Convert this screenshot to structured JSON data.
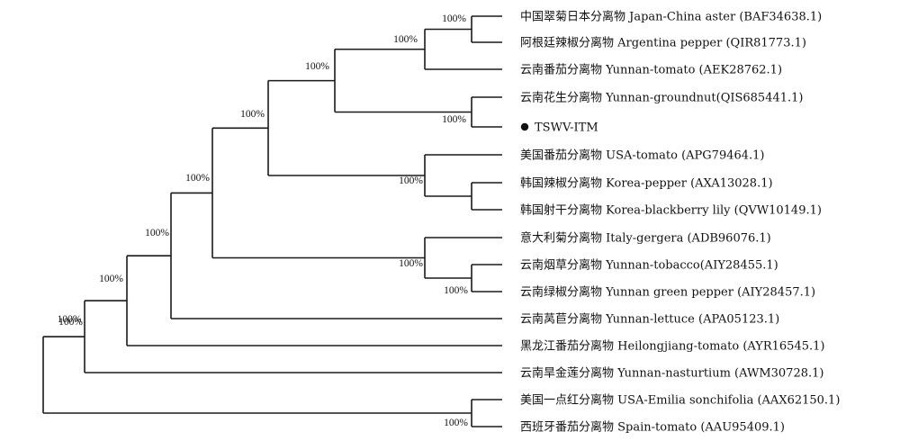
{
  "tree": {
    "leaves": [
      {
        "id": "L1",
        "label": "中国翠菊日本分离物 Japan-China aster (BAF34638.1)"
      },
      {
        "id": "L2",
        "label": "阿根廷辣椒分离物 Argentina pepper (QIR81773.1)"
      },
      {
        "id": "L3",
        "label": "云南番茄分离物 Yunnan-tomato (AEK28762.1)"
      },
      {
        "id": "L4",
        "label": "云南花生分离物 Yunnan-groundnut(QIS685441.1)"
      },
      {
        "id": "L5",
        "label": "TSWV-ITM",
        "marker": "filled-circle"
      },
      {
        "id": "L6",
        "label": "美国番茄分离物 USA-tomato (APG79464.1)"
      },
      {
        "id": "L7",
        "label": "韩国辣椒分离物 Korea-pepper (AXA13028.1)"
      },
      {
        "id": "L8",
        "label": "韩国射干分离物 Korea-blackberry lily (QVW10149.1)"
      },
      {
        "id": "L9",
        "label": "意大利菊分离物 Italy-gergera (ADB96076.1)"
      },
      {
        "id": "L10",
        "label": "云南烟草分离物 Yunnan-tobacco(AIY28455.1)"
      },
      {
        "id": "L11",
        "label": "云南绿椒分离物 Yunnan green pepper (AIY28457.1)"
      },
      {
        "id": "L12",
        "label": "云南莴苣分离物 Yunnan-lettuce (APA05123.1)"
      },
      {
        "id": "L13",
        "label": "黑龙江番茄分离物 Heilongjiang-tomato (AYR16545.1)"
      },
      {
        "id": "L14",
        "label": "云南旱金莲分离物 Yunnan-nasturtium (AWM30728.1)"
      },
      {
        "id": "L15",
        "label": "美国一点红分离物 USA-Emilia sonchifolia (AAX62150.1)"
      },
      {
        "id": "L16",
        "label": "西班牙番茄分离物 Spain-tomato (AAU95409.1)"
      }
    ],
    "nodes": [
      {
        "id": "A",
        "children": [
          "L1",
          "L2"
        ],
        "support": "100%"
      },
      {
        "id": "B",
        "children": [
          "A",
          "L3"
        ],
        "support": "100%"
      },
      {
        "id": "C",
        "children": [
          "L4",
          "L5"
        ],
        "support": "100%"
      },
      {
        "id": "D",
        "children": [
          "B",
          "C"
        ],
        "support": "100%"
      },
      {
        "id": "E",
        "children": [
          "L7",
          "L8"
        ],
        "support": ""
      },
      {
        "id": "F",
        "children": [
          "L6",
          "E"
        ],
        "support": "100%"
      },
      {
        "id": "G",
        "children": [
          "D",
          "F"
        ],
        "support": "100%"
      },
      {
        "id": "H",
        "children": [
          "L10",
          "L11"
        ],
        "support": "100%"
      },
      {
        "id": "I",
        "children": [
          "L9",
          "H"
        ],
        "support": "100%"
      },
      {
        "id": "J",
        "children": [
          "G",
          "I"
        ],
        "support": "100%"
      },
      {
        "id": "K",
        "children": [
          "J",
          "L12"
        ],
        "support": "100%"
      },
      {
        "id": "M",
        "children": [
          "K",
          "L13"
        ],
        "support": "100%"
      },
      {
        "id": "N",
        "children": [
          "M",
          "L14"
        ],
        "support": "100%"
      },
      {
        "id": "O",
        "children": [
          "L15",
          "L16"
        ],
        "support": "100%"
      },
      {
        "id": "R",
        "children": [
          "N",
          "O"
        ],
        "support": "100%"
      }
    ],
    "root": "R"
  }
}
